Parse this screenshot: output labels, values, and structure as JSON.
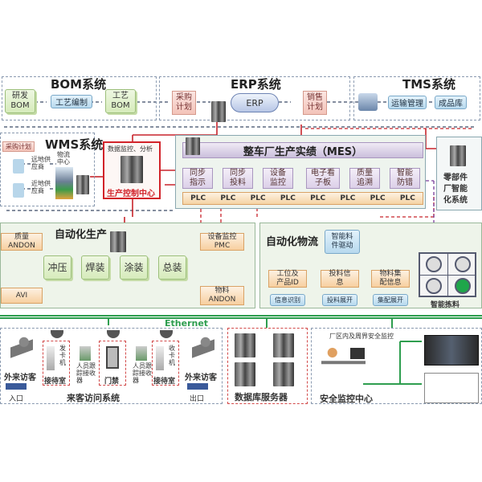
{
  "bom": {
    "title": "BOM系统",
    "items": [
      "研发\nBOM",
      "工艺编制",
      "工艺\nBOM"
    ]
  },
  "erp": {
    "title": "ERP系统",
    "purchase_plan": "采购\n计划",
    "core": "ERP",
    "sales_plan": "销售\n计划"
  },
  "tms": {
    "title": "TMS系统",
    "transport": "运输管理",
    "warehouse": "成品库"
  },
  "wms": {
    "title": "WMS系统",
    "purchase_plan": "采购计划",
    "supplier1": "远地供\n应商",
    "supplier2": "近地供\n应商",
    "logistics_center": "物流\n中心"
  },
  "control_center": {
    "subtitle": "数据监控、分析",
    "title": "生产控制中心"
  },
  "mes": {
    "title": "整车厂生产实绩（MES）",
    "modules": [
      "同步\n指示",
      "同步\n投料",
      "设备\n监控",
      "电子看\n子板",
      "质量\n追溯",
      "智能\n防错"
    ],
    "plc": [
      "PLC",
      "PLC",
      "PLC",
      "PLC",
      "PLC",
      "PLC",
      "PLC",
      "PLC"
    ]
  },
  "parts_factory": {
    "label": "零部件\n厂智能\n化系统"
  },
  "auto_production": {
    "title": "自动化生产",
    "quality_andon": "质量\nANDON",
    "avi": "AVI",
    "equipment_pmc": "设备监控\nPMC",
    "material_andon": "物料\nANDON",
    "stages": [
      "冲压",
      "焊装",
      "涂装",
      "总装"
    ]
  },
  "auto_logistics": {
    "title": "自动化物流",
    "smart_drive": "智能料\n件驱动",
    "info": [
      "工位及\n产品ID",
      "投料信\n息",
      "物料集\n配信息"
    ],
    "actions": [
      "信息识别",
      "投料展开",
      "集配展开"
    ],
    "picking_label": "智能拣料",
    "lights": [
      "off",
      "off",
      "off",
      "on"
    ],
    "light_on_color": "#1fa64a"
  },
  "network": {
    "label": "Ethernet",
    "color": "#2e9e4f"
  },
  "visitor": {
    "title": "来客访问系统",
    "visitor_in": "外来访客",
    "entry": "入口",
    "visitor_out": "外来访客",
    "exit": "出口",
    "card_issuer": "发卡机",
    "reception1": "接待室",
    "receiver1": "人员跟\n踪接收\n器",
    "gate": "门禁",
    "receiver2": "人员跟\n踪接收\n器",
    "card_collector": "收卡机",
    "reception2": "接待室"
  },
  "db": {
    "title": "数据库服务器"
  },
  "security": {
    "subtitle": "厂区内及周界安全监控",
    "title": "安全监控中心"
  }
}
